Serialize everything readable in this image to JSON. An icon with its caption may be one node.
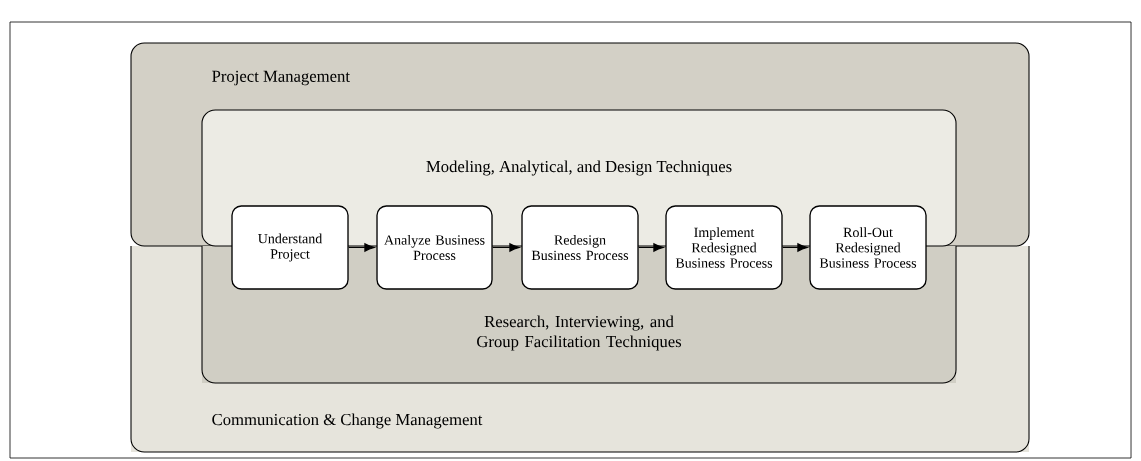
{
  "diagram": {
    "nodes": [
      {
        "text": [
          "Project Management"
        ]
      },
      {
        "text": [
          "Communication & Change Management"
        ]
      },
      {
        "text": [
          "Modeling, Analytical, and Design Techniques"
        ],
        "in": 0
      },
      {
        "text": [
          "Research, Interviewing, and Group Facilitation Techniques"
        ],
        "in": 1
      },
      {
        "text": [
          "Understand Project"
        ]
      },
      {
        "text": [
          "Analyze Business Process"
        ]
      },
      {
        "text": [
          "Redesign Business Process"
        ]
      },
      {
        "text": [
          "Implement Redesigned Business Process"
        ]
      },
      {
        "text": [
          "Roll-Out Redesigned Business Process"
        ]
      }
    ],
    "edges": [
      {
        "from": 4,
        "to": 5,
        "arrow": "to"
      },
      {
        "from": 5,
        "to": 6,
        "arrow": "to"
      },
      {
        "from": 6,
        "to": 7,
        "arrow": "to"
      },
      {
        "from": 7,
        "to": 8,
        "arrow": "to"
      }
    ]
  }
}
